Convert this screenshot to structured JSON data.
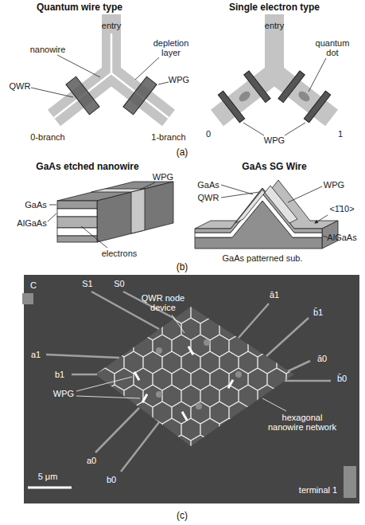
{
  "diagram": {
    "labels": [
      "Quantum wire type",
      "Single electron type",
      "entry",
      "nanowire",
      "depletion layer",
      "QWR",
      "WPG",
      "0-branch",
      "1-branch",
      "entry",
      "quantum dot",
      "0",
      "1",
      "WPG",
      "(a)",
      "GaAs etched nanowire",
      "GaAs SG Wire",
      "WPG",
      "GaAs",
      "AlGaAs",
      "electrons",
      "GaAs",
      "QWR",
      "WPG",
      "<1̄10>",
      "AlGaAs",
      "GaAs patterned sub.",
      "(b)",
      "C",
      "S1",
      "S0",
      "QWR node device",
      "ā1",
      "b̄1",
      "a1",
      "b1",
      "WPG",
      "ā0",
      "b̄0",
      "hexagonal nanowire network",
      "a0",
      "b0",
      "5 μm",
      "terminal 1",
      "(c)"
    ]
  }
}
